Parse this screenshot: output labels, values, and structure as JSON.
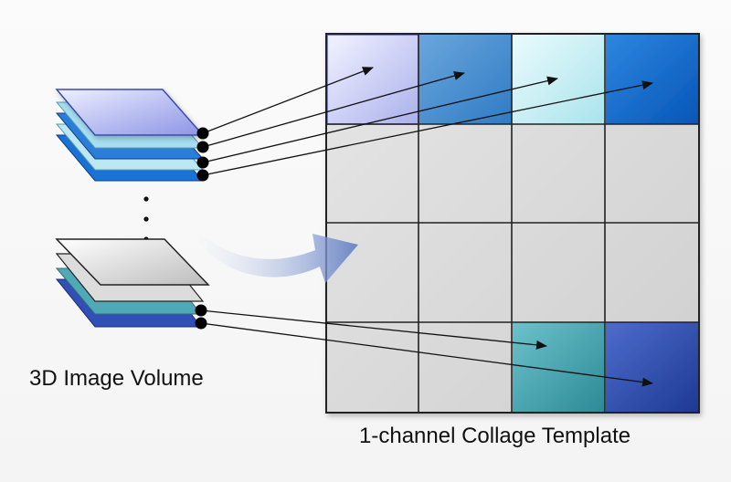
{
  "labels": {
    "volume": "3D Image Volume",
    "template": "1-channel Collage Template"
  },
  "colors": {
    "slice_lavender": "#c4c8f2",
    "slice_sky": "#bde7f1",
    "slice_blue": "#1a72d4",
    "slice_teal": "#4faab6",
    "slice_navy": "#314fb6",
    "grid_empty": "#d8d8d8",
    "grid_line": "#222222",
    "ellipsis_dots": "#111111",
    "arrow": "#111111"
  },
  "template_grid": {
    "rows": 4,
    "cols": 4,
    "filled_cells": [
      {
        "row": 0,
        "col": 0,
        "color": "#c4c8f2",
        "name": "cell-lavender"
      },
      {
        "row": 0,
        "col": 1,
        "color": "#4b8fd1",
        "name": "cell-mid-blue"
      },
      {
        "row": 0,
        "col": 2,
        "color": "#c9eff3",
        "name": "cell-light-cyan"
      },
      {
        "row": 0,
        "col": 3,
        "color": "#0f6acb",
        "name": "cell-deep-blue"
      },
      {
        "row": 3,
        "col": 2,
        "color": "#44a3ad",
        "name": "cell-teal"
      },
      {
        "row": 3,
        "col": 3,
        "color": "#2c4eab",
        "name": "cell-navy"
      }
    ]
  }
}
